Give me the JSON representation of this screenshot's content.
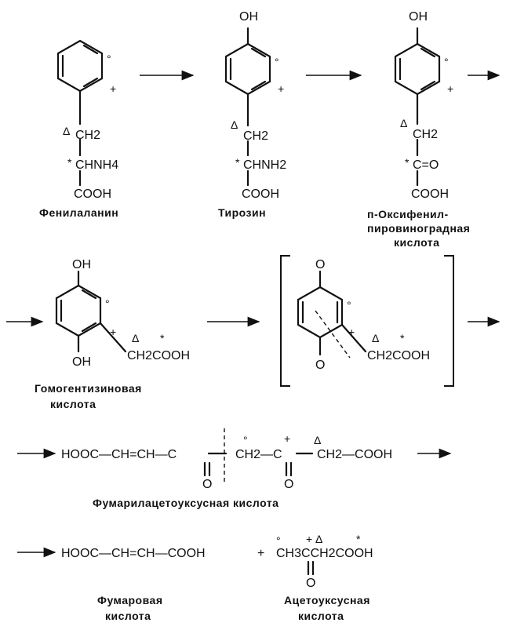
{
  "phenylalanine": {
    "ch2": "CH2",
    "chnh": "CHNH4",
    "cooh": "COOH",
    "label": "Фенилаланин"
  },
  "tyrosine": {
    "oh": "OH",
    "ch2": "CH2",
    "chnh": "CHNH2",
    "cooh": "COOH",
    "label": "Тирозин"
  },
  "hppa": {
    "oh": "OH",
    "ch2": "CH2",
    "co": "C=O",
    "cooh": "COOH",
    "label_1": "п-Оксифенил-",
    "label_2": "пировиноградная",
    "label_3": "кислота"
  },
  "homogentisic": {
    "oh_top": "OH",
    "oh_bottom": "OH",
    "side": "CH2COOH",
    "label_1": "Гомогентизиновая",
    "label_2": "кислота"
  },
  "quinone": {
    "o_top": "O",
    "o_bottom": "O",
    "side": "CH2COOH"
  },
  "fumarylacetoacetate": {
    "part_a": "HOOC—CH=CH—C",
    "part_b": "CH2—C",
    "part_c": "CH2—COOH",
    "o_1": "O",
    "o_2": "O",
    "label": "Фумарилацетоуксусная кислота"
  },
  "products": {
    "fumarate_formula": "HOOC—CH=CH—COOH",
    "plus": "+",
    "acetoacetate_formula": "CH3CCH2COOH",
    "o": "O",
    "fumarate_label_1": "Фумаровая",
    "fumarate_label_2": "кислота",
    "acetoacetate_label_1": "Ацетоуксусная",
    "acetoacetate_label_2": "кислота"
  },
  "marks": {
    "circle": "°",
    "plus": "+",
    "triangle": "Δ",
    "star": "*"
  }
}
